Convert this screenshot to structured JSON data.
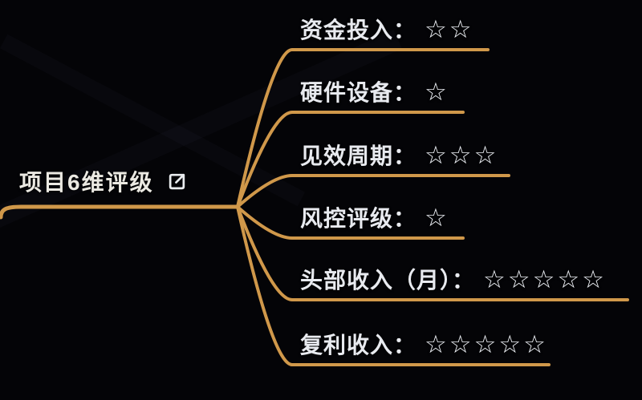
{
  "canvas": {
    "background_color": "#040407",
    "connector_color": "#d09а4a",
    "line_color": "#d0984a",
    "text_color": "#e8eaef"
  },
  "root": {
    "label": "项目6维评级",
    "icon": "external-link"
  },
  "branches": [
    {
      "label": "资金投入：",
      "stars": "☆☆",
      "rating": 2
    },
    {
      "label": "硬件设备：",
      "stars": "☆",
      "rating": 1
    },
    {
      "label": "见效周期：",
      "stars": "☆☆☆",
      "rating": 3
    },
    {
      "label": "风控评级：",
      "stars": "☆",
      "rating": 1
    },
    {
      "label": "头部收入（月）：",
      "stars": "☆☆☆☆☆",
      "rating": 5
    },
    {
      "label": "复利收入：",
      "stars": "☆☆☆☆☆",
      "rating": 5
    }
  ]
}
